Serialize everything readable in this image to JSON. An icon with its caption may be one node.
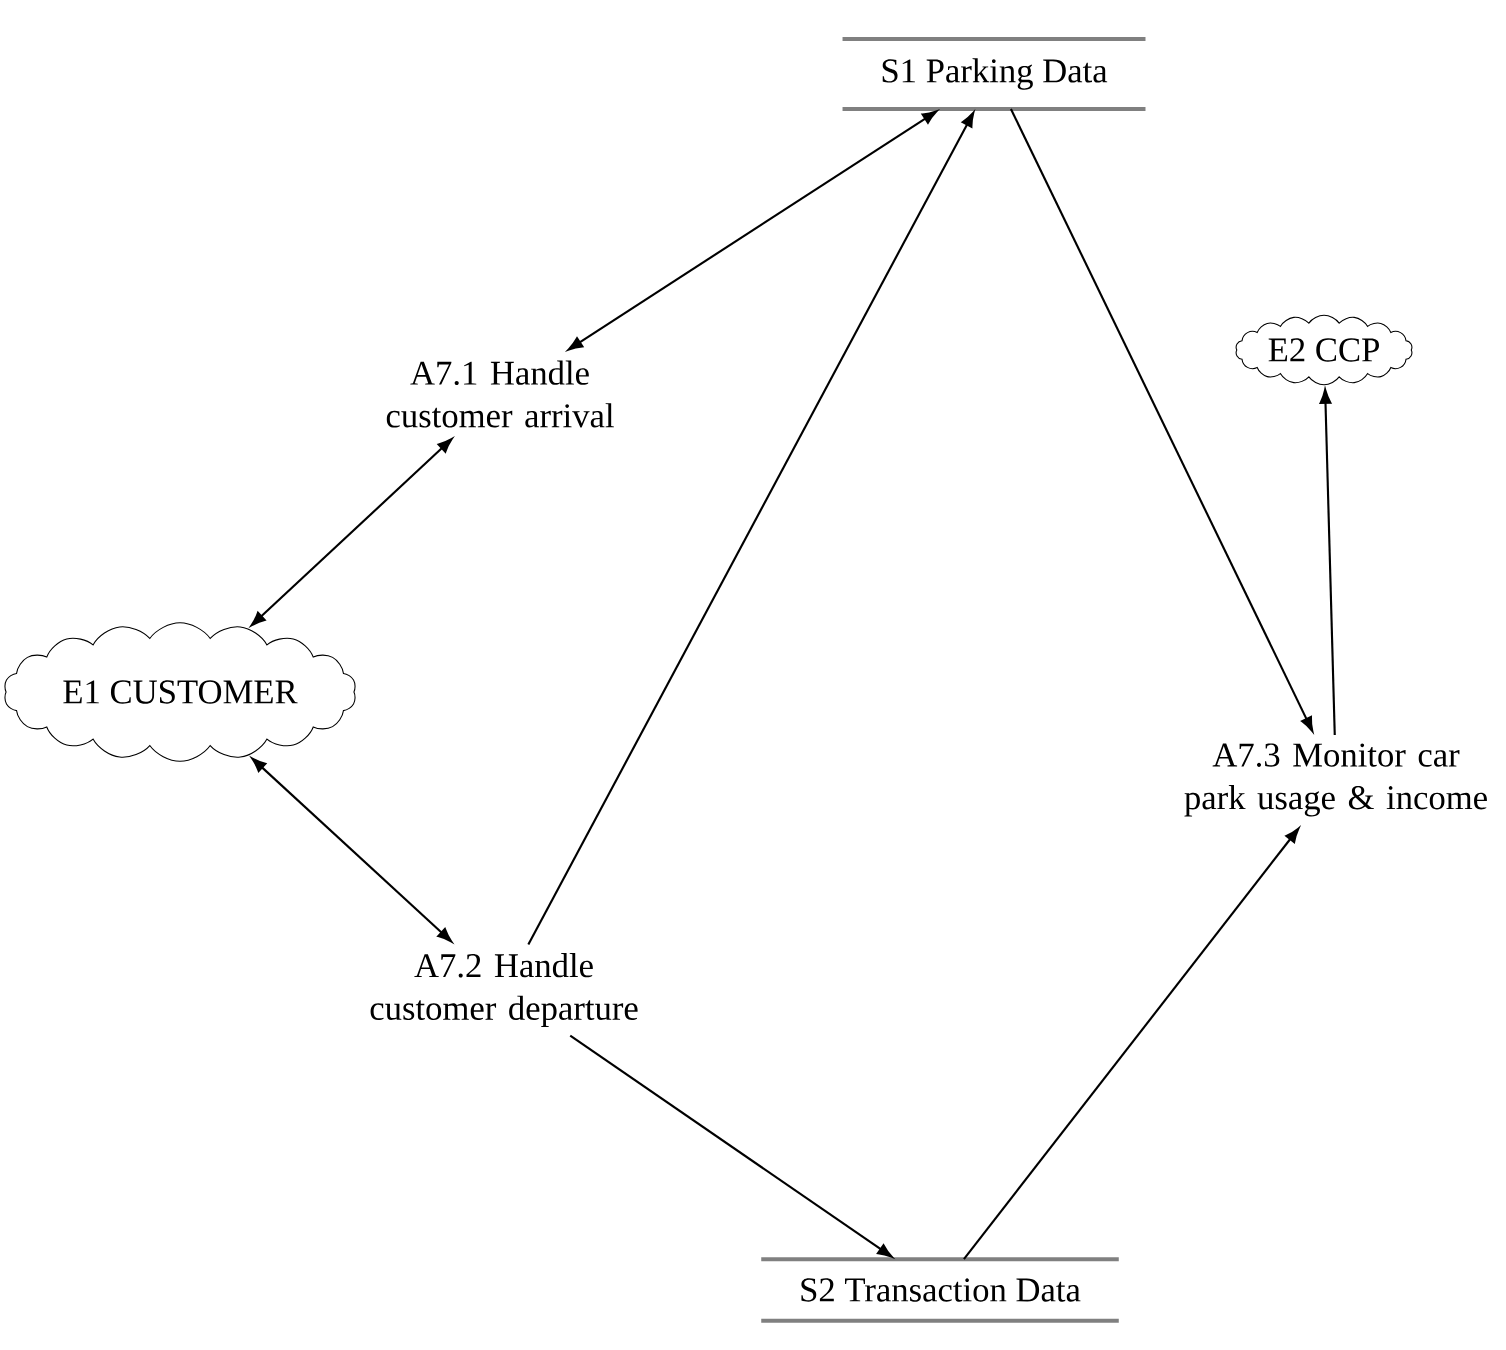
{
  "diagram": {
    "nodes": [
      {
        "text": [
          "S1 Parking Data"
        ]
      },
      {
        "text": [
          "A7.1 Handle customer arrival"
        ]
      },
      {
        "text": [
          "E1 CUSTOMER"
        ]
      },
      {
        "text": [
          "E2 CCP"
        ]
      },
      {
        "text": [
          "A7.2 Handle customer departure"
        ]
      },
      {
        "text": [
          "A7.3 Monitor car park usage & income"
        ]
      },
      {
        "text": [
          "S2 Transaction Data"
        ]
      }
    ],
    "edges": [
      {
        "from": 1,
        "to": 0,
        "arrow": "both"
      },
      {
        "from": 2,
        "to": 1,
        "arrow": "both"
      },
      {
        "from": 2,
        "to": 4,
        "arrow": "both"
      },
      {
        "from": 4,
        "to": 0,
        "arrow": "to"
      },
      {
        "from": 0,
        "to": 5,
        "arrow": "to"
      },
      {
        "from": 5,
        "to": 3,
        "arrow": "to"
      },
      {
        "from": 4,
        "to": 6,
        "arrow": "to"
      },
      {
        "from": 6,
        "to": 5,
        "arrow": "to"
      }
    ]
  }
}
